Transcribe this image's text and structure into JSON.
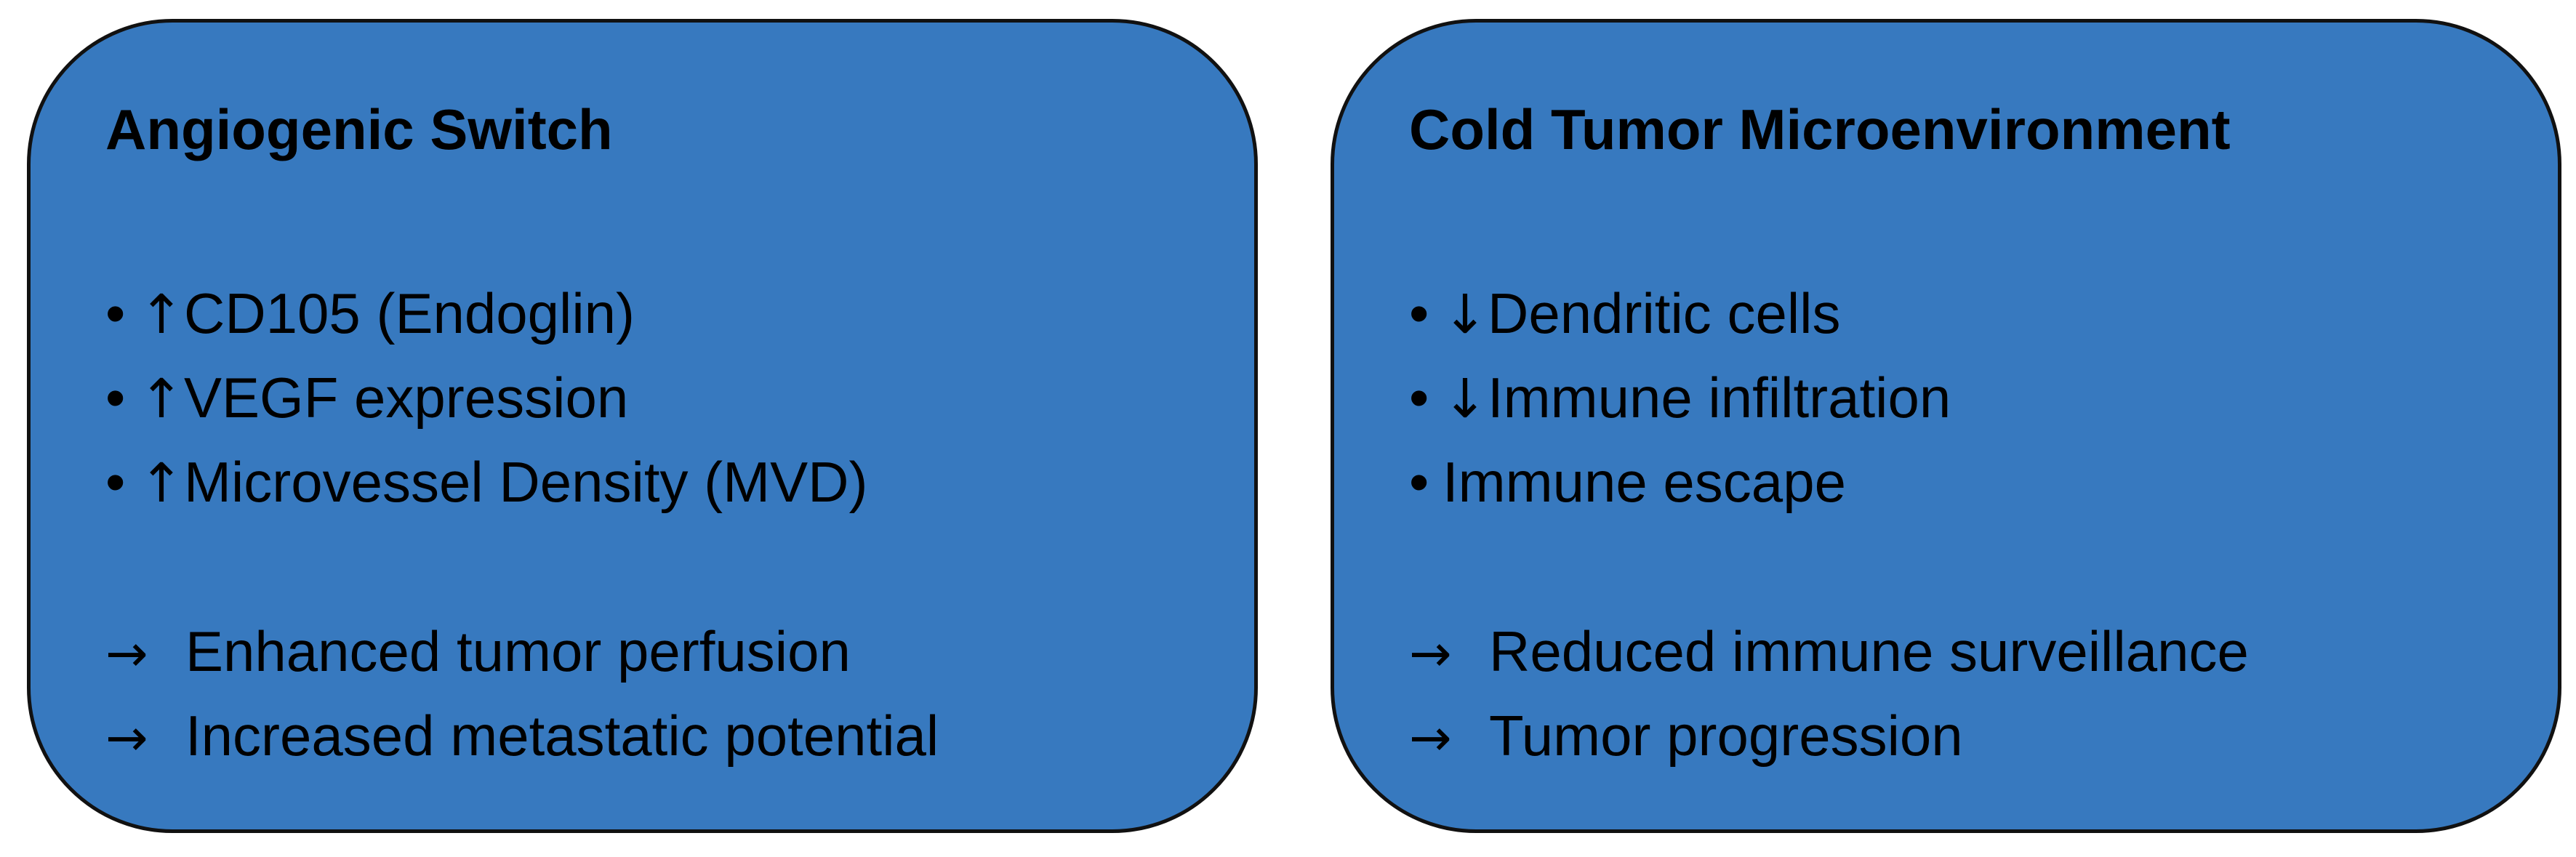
{
  "panels": [
    {
      "title": "Angiogenic Switch",
      "bullets": [
        {
          "marker": "•",
          "arrow": "↑",
          "text": "CD105 (Endoglin)"
        },
        {
          "marker": "•",
          "arrow": "↑",
          "text": "VEGF expression"
        },
        {
          "marker": "•",
          "arrow": "↑",
          "text": "Microvessel Density (MVD)"
        }
      ],
      "outcomes": [
        {
          "arrow": "→",
          "text": "Enhanced tumor perfusion"
        },
        {
          "arrow": "→",
          "text": "Increased metastatic potential"
        }
      ]
    },
    {
      "title": "Cold Tumor Microenvironment",
      "bullets": [
        {
          "marker": "•",
          "arrow": "↓",
          "text": "Dendritic cells"
        },
        {
          "marker": "•",
          "arrow": "↓",
          "text": "Immune infiltration"
        },
        {
          "marker": "•",
          "arrow": "",
          "text": "Immune escape"
        }
      ],
      "outcomes": [
        {
          "arrow": "→",
          "text": "Reduced immune surveillance"
        },
        {
          "arrow": "→",
          "text": "Tumor progression"
        }
      ]
    }
  ],
  "colors": {
    "panel_fill": "#3779bf",
    "panel_border": "#111111",
    "text": "#000000"
  }
}
